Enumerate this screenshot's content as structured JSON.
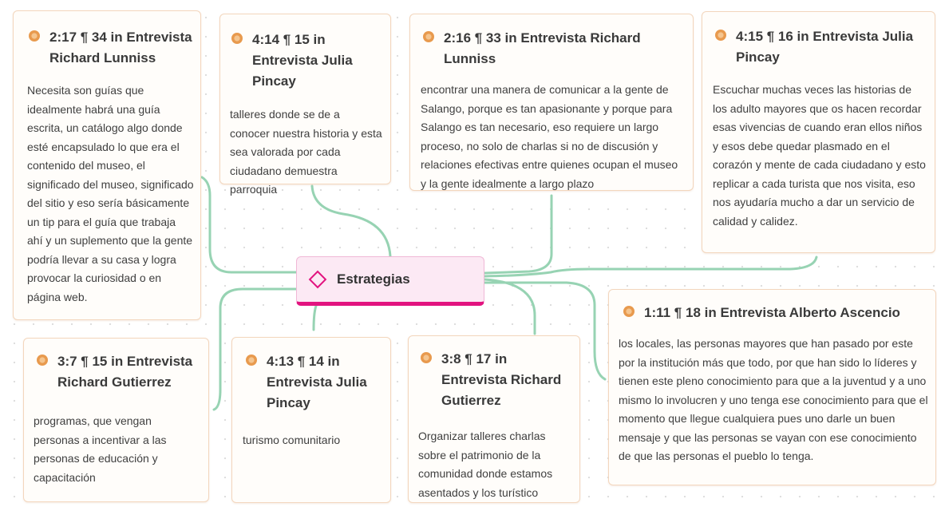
{
  "center": {
    "label": "Estrategias",
    "icon": "diamond-icon"
  },
  "colors": {
    "connector": "#97d3b3",
    "center_accent": "#e2137f",
    "card_border": "#f3d6bd",
    "quote_icon": "#e89a4e"
  },
  "cards": [
    {
      "id": "c1",
      "title": "2:17 ¶ 34 in Entrevista Richard Lunniss",
      "body": "Necesita son guías que idealmente habrá una guía escrita, un catálogo algo donde esté encapsulado lo que era el contenido del museo, el significado del museo, significado del sitio y eso sería básicamente un tip para el guía que trabaja ahí y un suplemento que la gente podría llevar a su casa y logra provocar la curiosidad o en página web."
    },
    {
      "id": "c2",
      "title": "4:14 ¶ 15 in Entrevista Julia Pincay",
      "body": "talleres donde se de a conocer nuestra historia y esta sea valorada por cada ciudadano demuestra parroquia"
    },
    {
      "id": "c3",
      "title": "2:16 ¶ 33 in Entrevista Richard Lunniss",
      "body": "encontrar una manera de comunicar a la gente de Salango, porque es tan apasionante y porque para Salango es tan necesario, eso requiere un largo proceso, no solo de charlas si no de discusión y relaciones efectivas entre quienes ocupan el museo y la gente idealmente a largo plazo"
    },
    {
      "id": "c4",
      "title": "4:15 ¶ 16 in Entrevista Julia Pincay",
      "body": "Escuchar muchas veces las historias de los adulto mayores que os hacen recordar esas vivencias de cuando eran ellos niños y esos debe quedar plasmado en el corazón y mente de cada ciudadano y esto replicar a cada turista que nos visita, eso nos ayudaría mucho a dar un servicio de calidad y calidez."
    },
    {
      "id": "c5",
      "title": "3:7 ¶ 15 in Entrevista Richard Gutierrez",
      "body": "programas, que vengan personas a incentivar a las personas de educación y capacitación"
    },
    {
      "id": "c6",
      "title": "4:13 ¶ 14 in Entrevista Julia Pincay",
      "body": "turismo comunitario"
    },
    {
      "id": "c7",
      "title": "3:8 ¶ 17 in Entrevista Richard Gutierrez",
      "body": "Organizar talleres charlas sobre el patrimonio de la comunidad donde estamos asentados y los turístico"
    },
    {
      "id": "c8",
      "title": "1:11 ¶ 18 in Entrevista Alberto Ascencio",
      "body": "los locales, las personas mayores que han pasado por este por la institución más que todo, por que han sido lo líderes y tienen este pleno conocimiento para que a la juventud y a uno mismo lo involucren y uno tenga ese conocimiento para que el momento que llegue cualquiera pues uno darle un buen mensaje y que las personas se vayan con ese conocimiento de que las personas el pueblo lo tenga."
    }
  ]
}
